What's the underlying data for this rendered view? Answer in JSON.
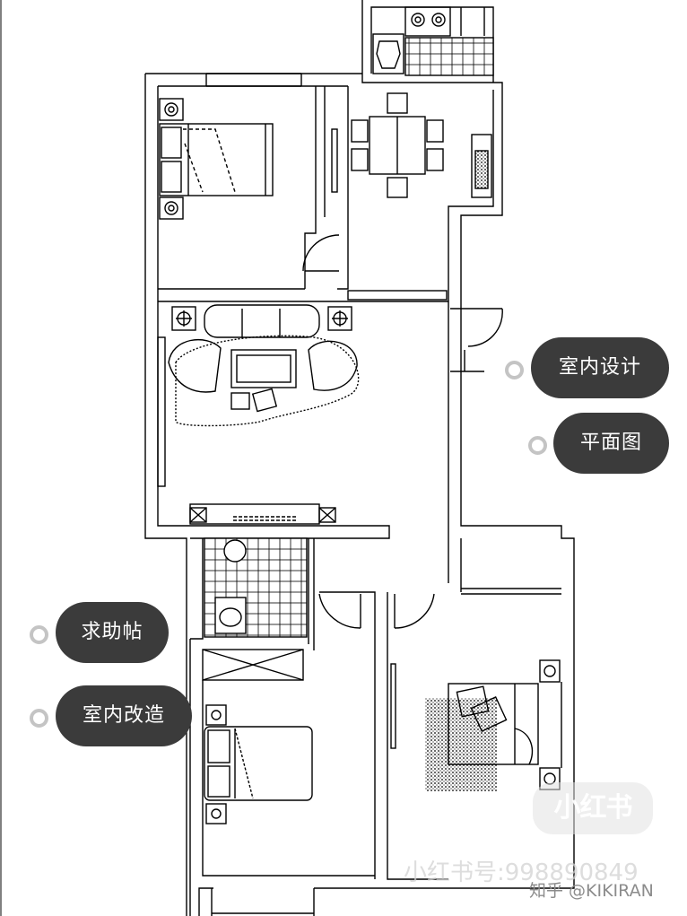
{
  "tags": [
    {
      "id": "tag-indoor-design",
      "label": "室内设计"
    },
    {
      "id": "tag-floor-plan",
      "label": "平面图"
    },
    {
      "id": "tag-help-post",
      "label": "求助帖"
    },
    {
      "id": "tag-renovation",
      "label": "室内改造"
    }
  ],
  "watermark": {
    "badge": "小红书",
    "account_id": "小红书号:998890849",
    "credit": "知乎 @KIKIRAN"
  },
  "colors": {
    "tag_bg": "#3b3b3b",
    "tag_text": "#ffffff",
    "tag_dot": "#c4c4c4",
    "plan_line": "#000000"
  }
}
